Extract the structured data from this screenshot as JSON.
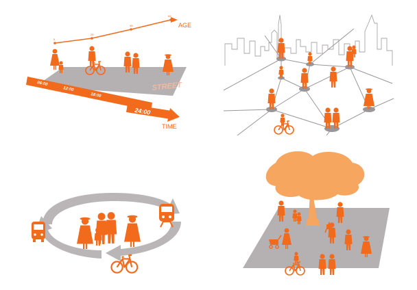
{
  "panel_timeline": {
    "age_label": "AGE",
    "time_label": "TIME",
    "street_label": "STREET",
    "age_marks": [
      "5",
      "25",
      "45",
      "65"
    ],
    "road_marks": [
      "06:00",
      "12:00",
      "18:00"
    ],
    "time_mark_end": "24:00"
  },
  "colors": {
    "accent": "#f26a1b",
    "ground": "#b5b1b3",
    "canopy": "#f6a65f",
    "line": "#9a9698"
  },
  "icons": {
    "panel_timeline": [
      "walking-person-icon",
      "bicycle-icon",
      "timeline-arrow-icon"
    ],
    "panel_network": [
      "skyline-outline-icon",
      "network-node-icon",
      "bicycle-icon"
    ],
    "panel_cycle": [
      "bus-icon",
      "train-icon",
      "bicycle-icon",
      "cycle-arrow-icon"
    ],
    "panel_tree": [
      "tree-icon",
      "stroller-icon",
      "bicycle-icon"
    ]
  }
}
